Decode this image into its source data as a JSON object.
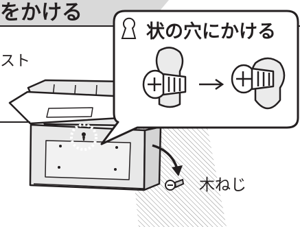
{
  "header": {
    "title_partial": "をかける",
    "left_text_partial": "スト"
  },
  "callout": {
    "title": "状の穴にかける",
    "keyhole_icon": "keyhole-shape-icon",
    "arrow_icon": "right-arrow-icon"
  },
  "labels": {
    "wood_screw": "木ねじ"
  },
  "colors": {
    "title_band": "#d9d9d9",
    "line": "#231f20",
    "box_face": "#e8e8e8",
    "wall_hatch": "#8c8c8c"
  }
}
